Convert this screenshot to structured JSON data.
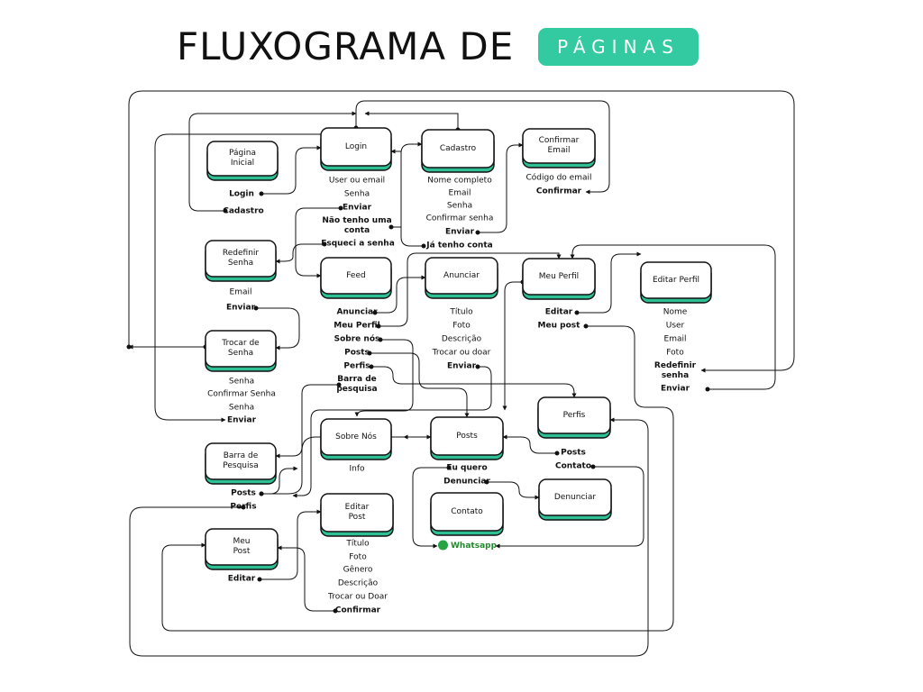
{
  "title": {
    "main": "FLUXOGRAMA DE",
    "pill": "PÁGINAS"
  },
  "nodes": {
    "pagina_inicial": "Página\nInicial",
    "login": "Login",
    "cadastro": "Cadastro",
    "confirmar_email": "Confirmar\nEmail",
    "redefinir_senha": "Redefinir\nSenha",
    "feed": "Feed",
    "anunciar": "Anunciar",
    "meu_perfil": "Meu Perfil",
    "editar_perfil": "Editar Perfil",
    "trocar_senha": "Trocar de\nSenha",
    "perfis": "Perfis",
    "sobre_nos": "Sobre Nós",
    "posts": "Posts",
    "barra_pesquisa": "Barra de\nPesquisa",
    "denunciar": "Denunciar",
    "contato": "Contato",
    "editar_post": "Editar\nPost",
    "meu_post": "Meu\nPost"
  },
  "labels": {
    "pi_login": "Login",
    "pi_cadastro": "Cadastro",
    "login_user": "User ou email",
    "login_senha": "Senha",
    "login_enviar": "Enviar",
    "login_nao_conta": "Não tenho uma\nconta",
    "login_esqueci": "Esqueci a senha",
    "cad_nome": "Nome completo",
    "cad_email": "Email",
    "cad_senha": "Senha",
    "cad_confirmar": "Confirmar senha",
    "cad_enviar": "Enviar",
    "cad_ja_conta": "Já tenho conta",
    "ce_codigo": "Código do email",
    "ce_confirmar": "Confirmar",
    "rs_email": "Email",
    "rs_enviar": "Enviar",
    "feed_anunciar": "Anunciar",
    "feed_meu_perfil": "Meu Perfil",
    "feed_sobre": "Sobre nós",
    "feed_posts": "Posts",
    "feed_perfis": "Perfis",
    "feed_barra": "Barra de\npesquisa",
    "an_titulo": "Título",
    "an_foto": "Foto",
    "an_descricao": "Descrição",
    "an_trocar": "Trocar ou doar",
    "an_enviar": "Enviar",
    "mp_editar": "Editar",
    "mp_meu_post": "Meu post",
    "ep_nome": "Nome",
    "ep_user": "User",
    "ep_email": "Email",
    "ep_foto": "Foto",
    "ep_redefinir": "Redefinir\nsenha",
    "ep_enviar": "Enviar",
    "ts_senha": "Senha",
    "ts_confirmar": "Confirmar Senha",
    "ts_senha2": "Senha",
    "ts_enviar": "Enviar",
    "sn_info": "Info",
    "perfis_posts": "Posts",
    "perfis_contato": "Contato",
    "posts_eu_quero": "Eu quero",
    "posts_denunciar": "Denunciar",
    "whatsapp": "Whatsapp",
    "bp_posts": "Posts",
    "bp_perfis": "Perfis",
    "epost_titulo": "Título",
    "epost_foto": "Foto",
    "epost_genero": "Gênero",
    "epost_descricao": "Descrição",
    "epost_trocar": "Trocar ou Doar",
    "epost_confirmar": "Confirmar",
    "mpost_editar": "Editar"
  },
  "colors": {
    "accent": "#33c9a1",
    "node_shadow": "#2fbf95",
    "line": "#111111"
  }
}
